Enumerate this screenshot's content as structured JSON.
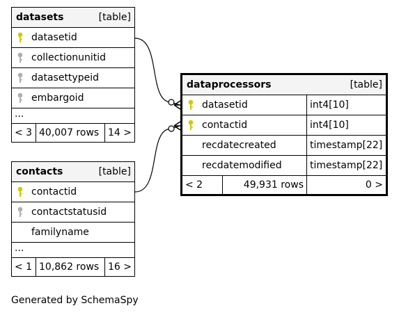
{
  "tables": {
    "datasets": {
      "name": "datasets",
      "kind": "[table]",
      "columns": [
        {
          "name": "datasetid",
          "key": "primary"
        },
        {
          "name": "collectionunitid",
          "key": "foreign"
        },
        {
          "name": "datasettypeid",
          "key": "foreign"
        },
        {
          "name": "embargoid",
          "key": "foreign"
        }
      ],
      "ellipsis": "...",
      "footer": {
        "parents": "< 3",
        "rows": "40,007 rows",
        "children": "14 >"
      }
    },
    "contacts": {
      "name": "contacts",
      "kind": "[table]",
      "columns": [
        {
          "name": "contactid",
          "key": "primary"
        },
        {
          "name": "contactstatusid",
          "key": "foreign"
        },
        {
          "name": "familyname",
          "key": "none"
        }
      ],
      "ellipsis": "...",
      "footer": {
        "parents": "< 1",
        "rows": "10,862 rows",
        "children": "16 >"
      }
    },
    "dataprocessors": {
      "name": "dataprocessors",
      "kind": "[table]",
      "columns": [
        {
          "name": "datasetid",
          "type": "int4[10]",
          "key": "primary"
        },
        {
          "name": "contactid",
          "type": "int4[10]",
          "key": "primary"
        },
        {
          "name": "recdatecreated",
          "type": "timestamp[22]",
          "key": "none"
        },
        {
          "name": "recdatemodified",
          "type": "timestamp[22]",
          "key": "none"
        }
      ],
      "footer": {
        "parents": "< 2",
        "rows": "49,931 rows",
        "children": "0 >"
      }
    }
  },
  "colors": {
    "primary_key": "#d4c800",
    "foreign_key": "#b0b0b0",
    "header_bg": "#f4f4f4"
  },
  "generated_by": "Generated by SchemaSpy"
}
